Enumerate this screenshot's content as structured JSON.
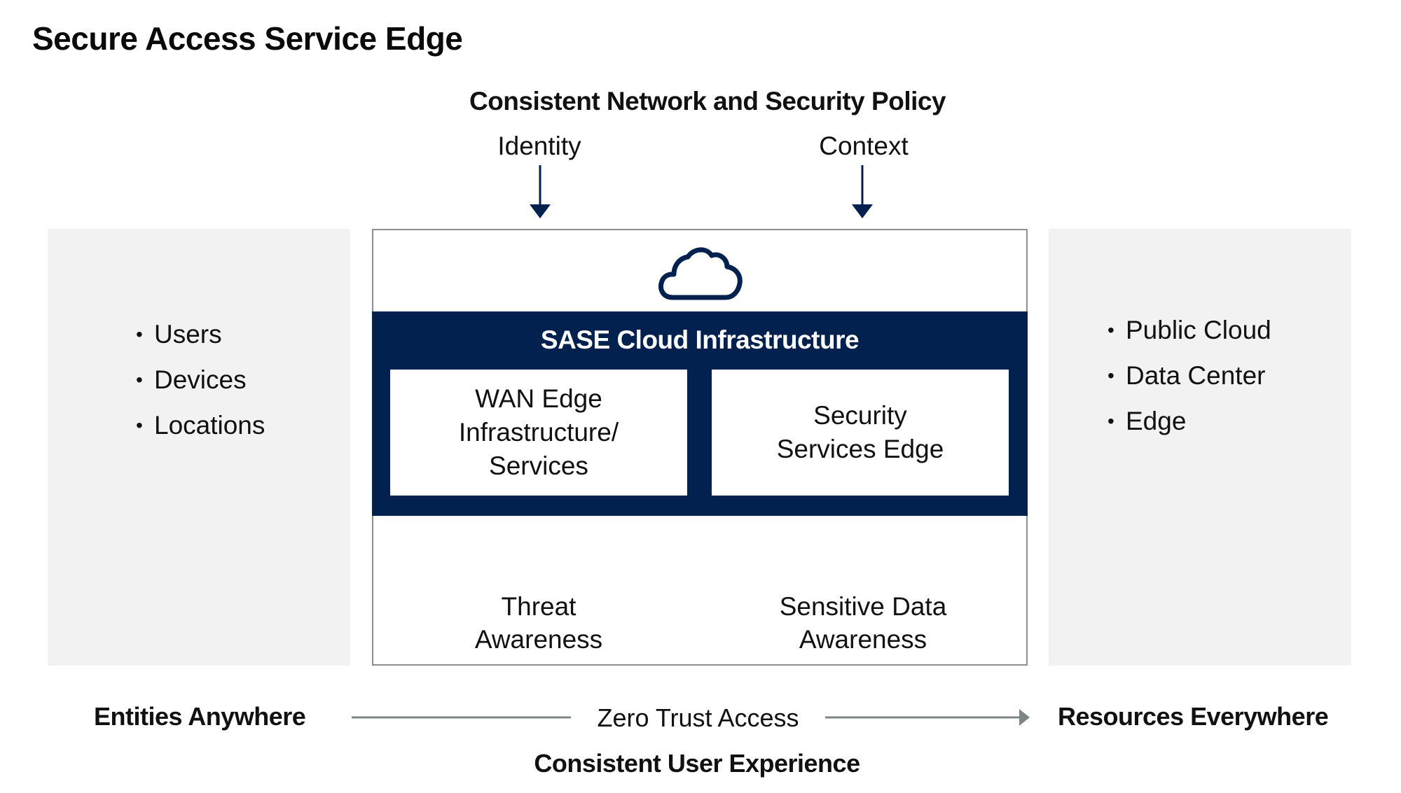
{
  "title": "Secure Access Service Edge",
  "policy_header": "Consistent Network and Security Policy",
  "inputs_top": [
    {
      "label": "Identity"
    },
    {
      "label": "Context"
    }
  ],
  "left_panel": {
    "items": [
      "Users",
      "Devices",
      "Locations"
    ]
  },
  "right_panel": {
    "items": [
      "Public Cloud",
      "Data Center",
      "Edge"
    ]
  },
  "center": {
    "icon": "cloud-icon",
    "band_title": "SASE Cloud Infrastructure",
    "components": [
      {
        "lines": [
          "WAN Edge",
          "Infrastructure/",
          "Services"
        ]
      },
      {
        "lines": [
          "Security",
          "Services Edge"
        ]
      }
    ],
    "inputs_bottom": [
      {
        "lines": [
          "Threat",
          "Awareness"
        ]
      },
      {
        "lines": [
          "Sensitive Data",
          "Awareness"
        ]
      }
    ]
  },
  "flow": {
    "source": "Entities Anywhere",
    "connector": "Zero Trust Access",
    "destination": "Resources Everywhere"
  },
  "footer": "Consistent User Experience",
  "colors": {
    "navy": "#03214f",
    "panel_gray": "#f2f2f2",
    "border_gray": "#8a8f8f",
    "connector_gray": "#7d8585"
  }
}
